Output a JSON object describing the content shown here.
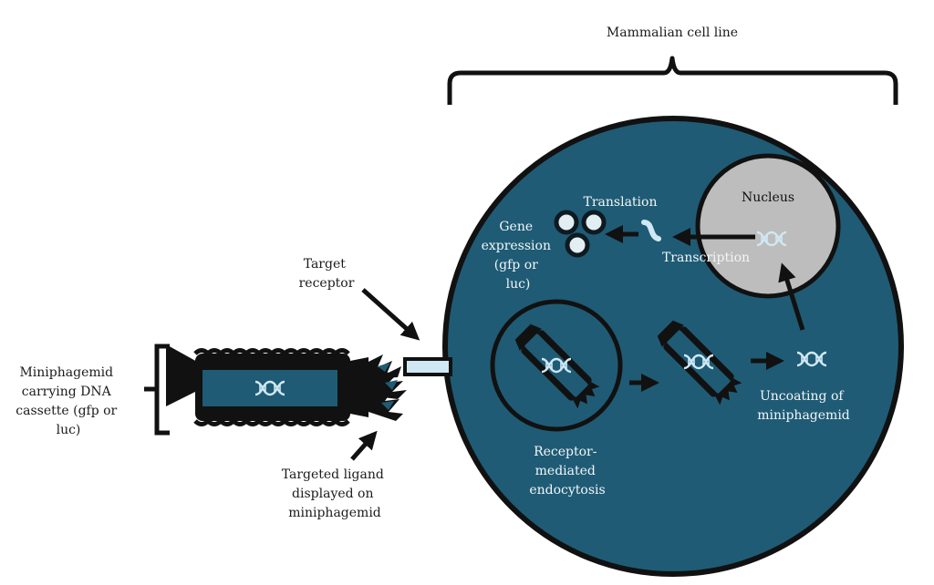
{
  "colors": {
    "cell_fill": "#1f5b75",
    "outline": "#111111",
    "nucleus_fill": "#bdbdbd",
    "dna_color": "#cfe8f3",
    "protein_fill": "#e3eef2",
    "white_text": "#f2f6f8"
  },
  "labels": {
    "mammalian_cell_line": "Mammalian cell line",
    "nucleus": "Nucleus",
    "translation": "Translation",
    "transcription": "Transcription",
    "gene_expression": [
      "Gene",
      "expression",
      "(gfp or",
      "luc)"
    ],
    "target_receptor": [
      "Target",
      "receptor"
    ],
    "miniphagemid": [
      "Miniphagemid",
      "carrying DNA",
      "cassette (gfp or",
      "luc)"
    ],
    "targeted_ligand": [
      "Targeted ligand",
      "displayed on",
      "miniphagemid"
    ],
    "endocytosis": [
      "Receptor-",
      "mediated",
      "endocytosis"
    ],
    "uncoating": [
      "Uncoating of",
      "miniphagemid"
    ]
  },
  "icons": [
    "dna-icon",
    "arrow-icon",
    "bracket-icon",
    "receptor-icon",
    "ligand-icon",
    "protein-icon",
    "mrna-icon"
  ]
}
